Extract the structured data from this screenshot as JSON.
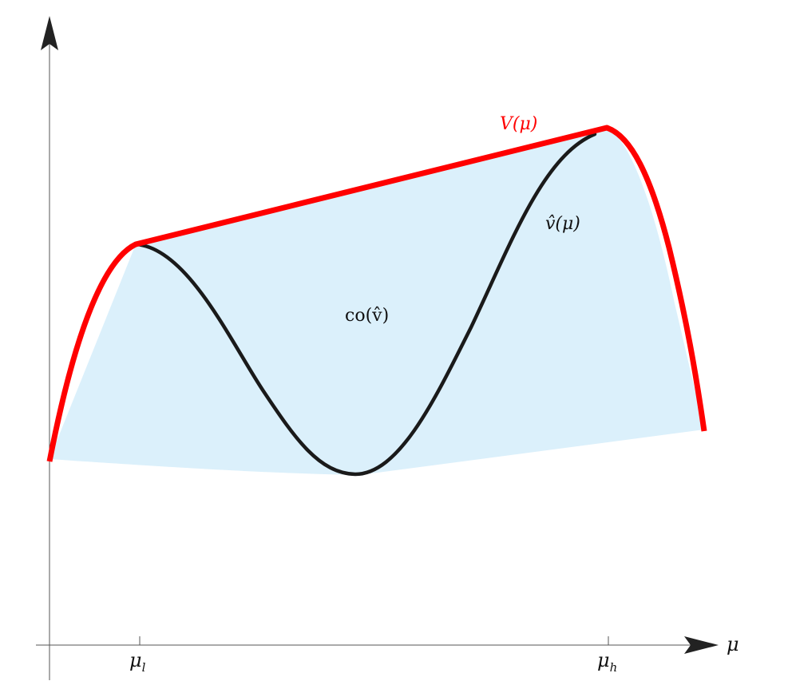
{
  "figure": {
    "x_axis_label": "μ",
    "ticks": {
      "mu_l": {
        "base": "μ",
        "sub": "l"
      },
      "mu_h": {
        "base": "μ",
        "sub": "h"
      }
    },
    "labels": {
      "V": "V(μ)",
      "v_hat": "v̂(μ)",
      "co_hull": "co(v̂)"
    },
    "colors": {
      "V_curve": "#ff0000",
      "v_hat_curve": "#1a1a1a",
      "hull_fill": "#dbf0fb",
      "axis": "#555555"
    }
  }
}
